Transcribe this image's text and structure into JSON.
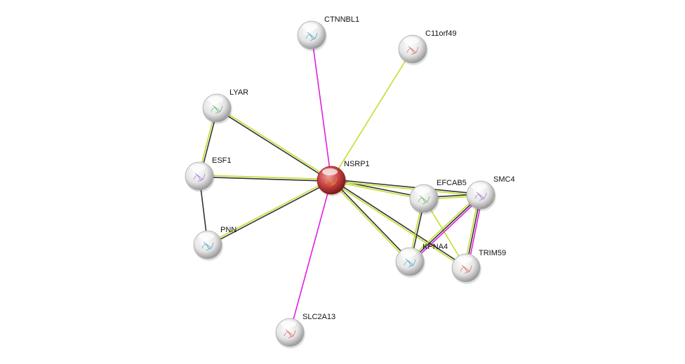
{
  "network": {
    "nodes": [
      {
        "id": "NSRP1",
        "label": "NSRP1",
        "query": true
      },
      {
        "id": "CTNNBL1",
        "label": "CTNNBL1"
      },
      {
        "id": "C11orf49",
        "label": "C11orf49"
      },
      {
        "id": "LYAR",
        "label": "LYAR"
      },
      {
        "id": "ESF1",
        "label": "ESF1"
      },
      {
        "id": "PNN",
        "label": "PNN"
      },
      {
        "id": "SLC2A13",
        "label": "SLC2A13"
      },
      {
        "id": "EFCAB5",
        "label": "EFCAB5"
      },
      {
        "id": "SMC4",
        "label": "SMC4"
      },
      {
        "id": "KPNA4",
        "label": "KPNA4"
      },
      {
        "id": "TRIM59",
        "label": "TRIM59"
      }
    ],
    "edges": [
      {
        "a": "NSRP1",
        "b": "CTNNBL1",
        "evidence": [
          "experiments"
        ]
      },
      {
        "a": "NSRP1",
        "b": "C11orf49",
        "evidence": [
          "textmining"
        ]
      },
      {
        "a": "NSRP1",
        "b": "LYAR",
        "evidence": [
          "coexpression",
          "textmining"
        ]
      },
      {
        "a": "NSRP1",
        "b": "ESF1",
        "evidence": [
          "coexpression",
          "textmining"
        ]
      },
      {
        "a": "NSRP1",
        "b": "PNN",
        "evidence": [
          "coexpression",
          "textmining"
        ]
      },
      {
        "a": "NSRP1",
        "b": "SLC2A13",
        "evidence": [
          "experiments"
        ]
      },
      {
        "a": "NSRP1",
        "b": "EFCAB5",
        "evidence": [
          "coexpression",
          "textmining"
        ]
      },
      {
        "a": "NSRP1",
        "b": "SMC4",
        "evidence": [
          "coexpression",
          "textmining"
        ]
      },
      {
        "a": "NSRP1",
        "b": "KPNA4",
        "evidence": [
          "coexpression",
          "textmining"
        ]
      },
      {
        "a": "NSRP1",
        "b": "TRIM59",
        "evidence": [
          "coexpression",
          "textmining"
        ]
      },
      {
        "a": "LYAR",
        "b": "ESF1",
        "evidence": [
          "coexpression",
          "textmining"
        ]
      },
      {
        "a": "ESF1",
        "b": "PNN",
        "evidence": [
          "coexpression"
        ]
      },
      {
        "a": "EFCAB5",
        "b": "SMC4",
        "evidence": [
          "coexpression",
          "textmining"
        ]
      },
      {
        "a": "EFCAB5",
        "b": "KPNA4",
        "evidence": [
          "coexpression",
          "textmining"
        ]
      },
      {
        "a": "EFCAB5",
        "b": "TRIM59",
        "evidence": [
          "textmining"
        ]
      },
      {
        "a": "SMC4",
        "b": "KPNA4",
        "evidence": [
          "experiments",
          "coexpression",
          "textmining"
        ]
      },
      {
        "a": "SMC4",
        "b": "TRIM59",
        "evidence": [
          "experiments",
          "coexpression",
          "textmining"
        ]
      }
    ],
    "colors": {
      "experiments": "#e020e0",
      "coexpression": "#333333",
      "textmining": "#c4de2a",
      "query_node": "#c03030",
      "node": "#e6e6e6"
    }
  }
}
